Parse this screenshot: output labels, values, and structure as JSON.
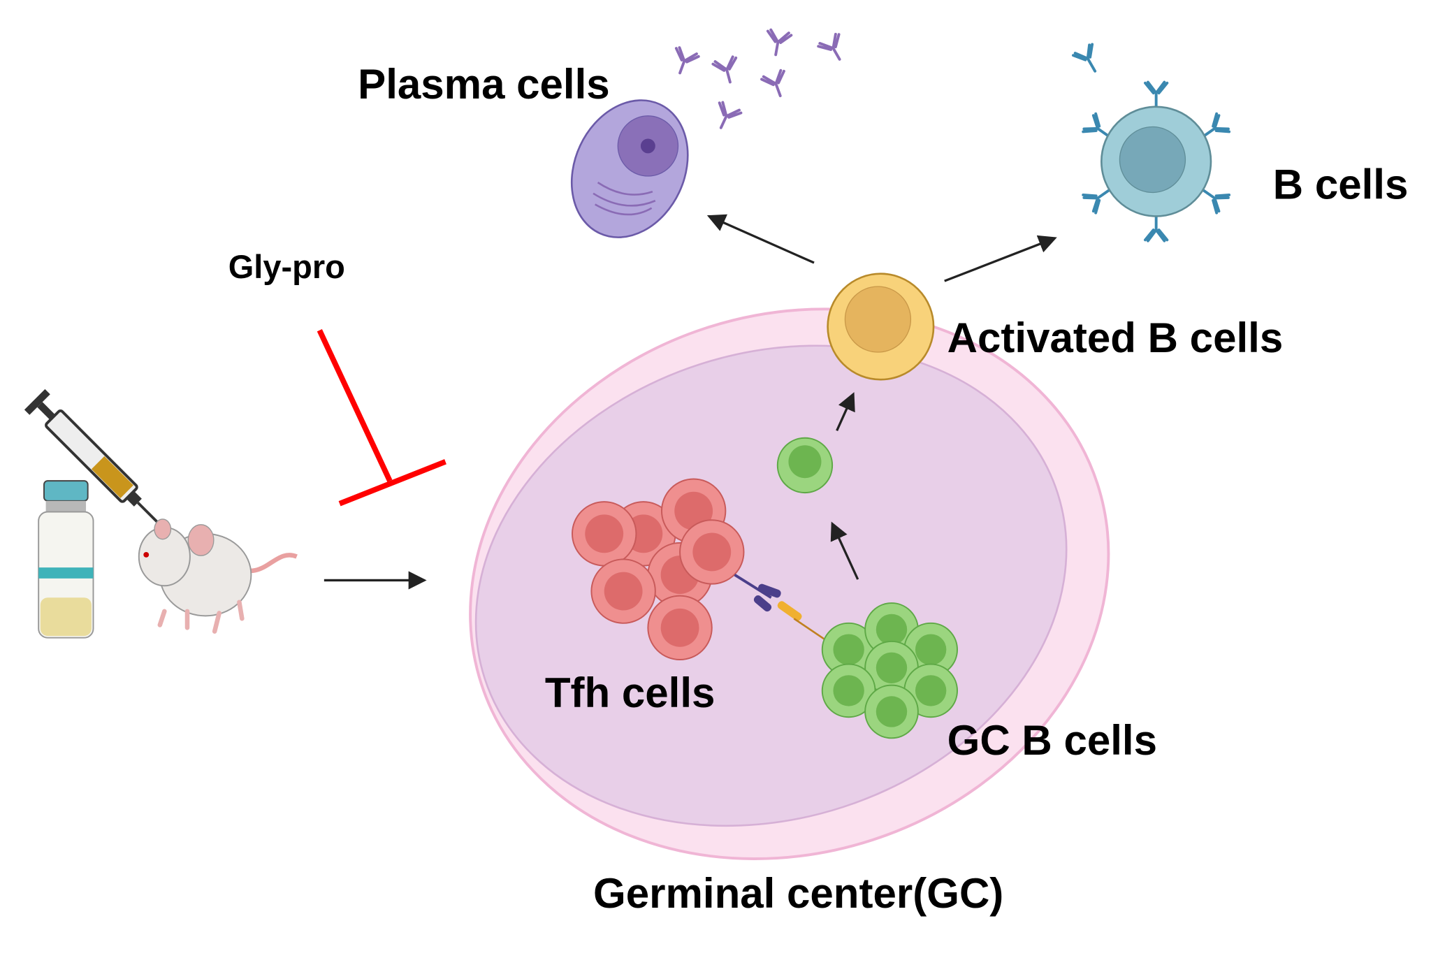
{
  "labels": {
    "plasma_cells": "Plasma cells",
    "gly_pro": "Gly-pro",
    "b_cells": "B cells",
    "activated_b_cells": "Activated B cells",
    "tfh_cells": "Tfh cells",
    "gc_b_cells": "GC B cells",
    "germinal_center": "Germinal center(GC)"
  },
  "colors": {
    "inhibition": "#ff0000",
    "tfh": "#ef8f8f",
    "gc_b": "#8fd16f",
    "activated_b": "#f8d27a",
    "b_cell": "#9fcdd8",
    "plasma": "#b3a6dc",
    "gc_outer": "#fbe1ef",
    "gc_inner": "#e8cfe8",
    "antibody_purple": "#8a6bb5",
    "antibody_blue": "#3a88b0"
  }
}
